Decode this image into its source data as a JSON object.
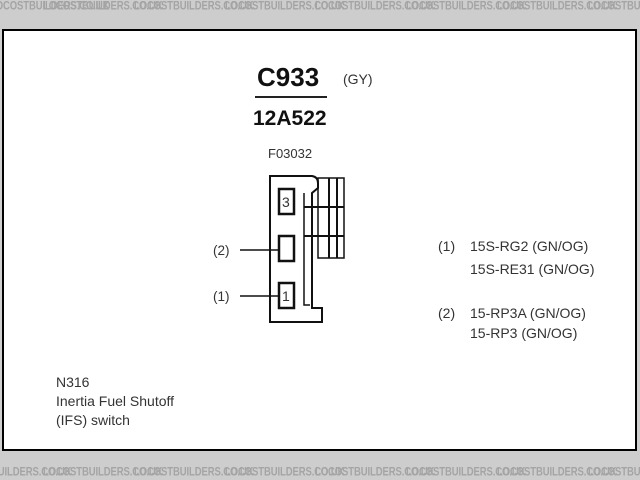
{
  "watermark": {
    "text": "LOCOSTBUILDERS.CO.UK",
    "repeat_positions_top": [
      -10,
      43,
      134,
      225,
      315,
      406,
      497,
      588
    ],
    "color": "#a4a4a4"
  },
  "connector": {
    "id": "C933",
    "color_code": "(GY)",
    "part_number": "12A522",
    "figure_id": "F03032",
    "pins": [
      {
        "number": "3",
        "callout": ""
      },
      {
        "number": "",
        "callout": "(2)"
      },
      {
        "number": "1",
        "callout": "(1)"
      }
    ]
  },
  "wiring": [
    {
      "callout": "(1)",
      "circuits": [
        "15S-RG2 (GN/OG)",
        "15S-RE31 (GN/OG)"
      ]
    },
    {
      "callout": "(2)",
      "circuits": [
        "15-RP3A (GN/OG)",
        "15-RP3 (GN/OG)"
      ]
    }
  ],
  "component": {
    "code": "N316",
    "name_line1": "Inertia Fuel Shutoff",
    "name_line2": "(IFS) switch"
  }
}
